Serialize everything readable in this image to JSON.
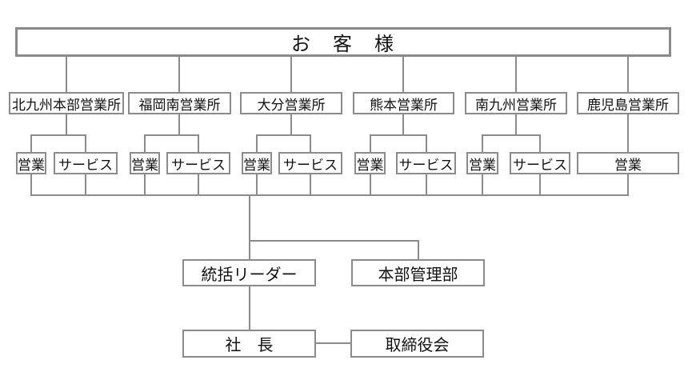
{
  "diagram": {
    "title": "organization-chart",
    "customer": "お　客　様",
    "offices": [
      {
        "name": "北九州本部営業所",
        "children": [
          "営業",
          "サービス"
        ]
      },
      {
        "name": "福岡南営業所",
        "children": [
          "営業",
          "サービス"
        ]
      },
      {
        "name": "大分営業所",
        "children": [
          "営業",
          "サービス"
        ]
      },
      {
        "name": "熊本営業所",
        "children": [
          "営業",
          "サービス"
        ]
      },
      {
        "name": "南九州営業所",
        "children": [
          "営業",
          "サービス"
        ]
      },
      {
        "name": "鹿児島営業所",
        "children": [
          "営業"
        ]
      }
    ],
    "leader": "統括リーダー",
    "admin": "本部管理部",
    "president": "社　長",
    "board": "取締役会",
    "colors": {
      "line": "#8b8b8b",
      "text": "#111111",
      "background": "#ffffff"
    }
  }
}
